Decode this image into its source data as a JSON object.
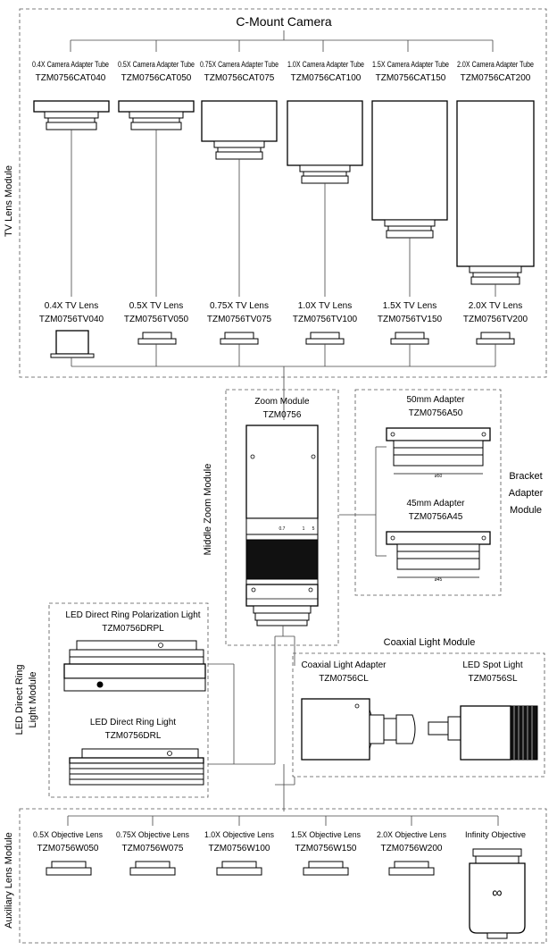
{
  "title": "C-Mount Camera",
  "modules": {
    "tv_lens": "TV Lens Module",
    "middle_zoom": "Middle Zoom Module",
    "bracket_line1": "Bracket",
    "bracket_line2": "Adapter",
    "bracket_line3": "Module",
    "led_ring_line1": "LED Direct Ring",
    "led_ring_line2": "Light Module",
    "coaxial": "Coaxial Light Module",
    "auxiliary": "Auxiliary Lens Module"
  },
  "camera_adapters": [
    {
      "name": "0.4X Camera Adapter Tube",
      "code": "TZM0756CAT040"
    },
    {
      "name": "0.5X Camera Adapter Tube",
      "code": "TZM0756CAT050"
    },
    {
      "name": "0.75X Camera Adapter Tube",
      "code": "TZM0756CAT075"
    },
    {
      "name": "1.0X Camera Adapter Tube",
      "code": "TZM0756CAT100"
    },
    {
      "name": "1.5X Camera Adapter Tube",
      "code": "TZM0756CAT150"
    },
    {
      "name": "2.0X Camera Adapter Tube",
      "code": "TZM0756CAT200"
    }
  ],
  "tv_lenses": [
    {
      "name": "0.4X TV Lens",
      "code": "TZM0756TV040"
    },
    {
      "name": "0.5X TV Lens",
      "code": "TZM0756TV050"
    },
    {
      "name": "0.75X  TV Lens",
      "code": "TZM0756TV075"
    },
    {
      "name": "1.0X TV Lens",
      "code": "TZM0756TV100"
    },
    {
      "name": "1.5X TV Lens",
      "code": "TZM0756TV150"
    },
    {
      "name": "2.0X TV Lens",
      "code": "TZM0756TV200"
    }
  ],
  "zoom": {
    "name": "Zoom Module",
    "code": "TZM0756",
    "scale_marks": [
      "0.7",
      "1",
      "5"
    ]
  },
  "bracket_adapters": [
    {
      "name": "50mm Adapter",
      "code": "TZM0756A50",
      "dim": "ø50"
    },
    {
      "name": "45mm Adapter",
      "code": "TZM0756A45",
      "dim": "ø45"
    }
  ],
  "led_lights": [
    {
      "name": "LED Direct Ring Polarization Light",
      "code": "TZM0756DRPL"
    },
    {
      "name": "LED Direct Ring Light",
      "code": "TZM0756DRL"
    }
  ],
  "coaxial_parts": [
    {
      "name": "Coaxial Light Adapter",
      "code": "TZM0756CL"
    },
    {
      "name": "LED Spot Light",
      "code": "TZM0756SL"
    }
  ],
  "objectives": [
    {
      "name": "0.5X Objective Lens",
      "code": "TZM0756W050"
    },
    {
      "name": "0.75X Objective Lens",
      "code": "TZM0756W075"
    },
    {
      "name": "1.0X Objective Lens",
      "code": "TZM0756W100"
    },
    {
      "name": "1.5X Objective Lens",
      "code": "TZM0756W150"
    },
    {
      "name": "2.0X Objective Lens",
      "code": "TZM0756W200"
    },
    {
      "name": "Infinity Objective",
      "code": ""
    }
  ],
  "infinity_symbol": "∞"
}
